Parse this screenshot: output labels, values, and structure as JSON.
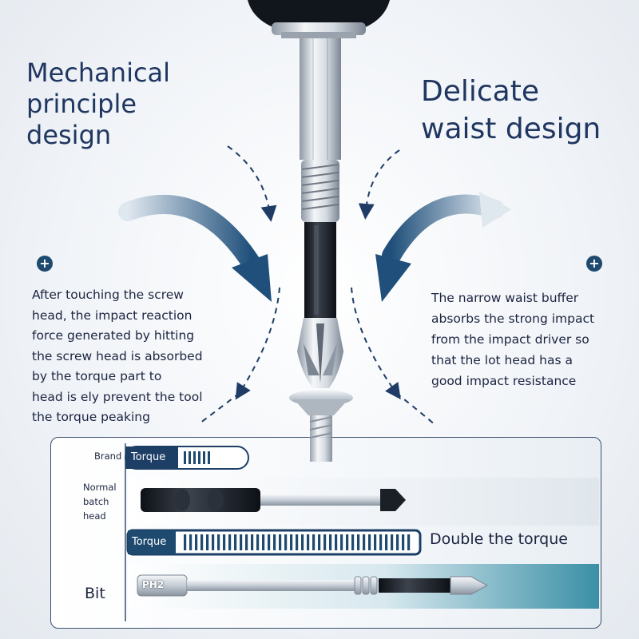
{
  "title_left": [
    "Mechanical",
    "principle",
    "design"
  ],
  "title_right": [
    "Delicate",
    "waist design"
  ],
  "desc_left": [
    "After touching the screw",
    "head, the impact reaction",
    "force generated by hitting",
    "the screw head is absorbed",
    "by the torque part to",
    "head is ely prevent the tool",
    "the torque peaking"
  ],
  "desc_right": [
    "The narrow waist buffer",
    "absorbs the strong impact",
    "from the impact driver so",
    "that the lot head has a",
    "good impact resistance"
  ],
  "plus_symbol": "+",
  "comparison": {
    "row_brand_label": "Brand",
    "row_normal_label": [
      "Normal",
      "batch",
      "head"
    ],
    "row_bit_label": "Bit",
    "torque_tag_1": "Torque",
    "torque_tag_2": "Torque",
    "double_label": "Double the torque",
    "bit_tip_label": "PH2"
  },
  "colors": {
    "navy": "#1f3661",
    "dark_blue": "#1d4a6e",
    "steel": "#c9d0d8",
    "black_grip": "#1b1f26"
  }
}
